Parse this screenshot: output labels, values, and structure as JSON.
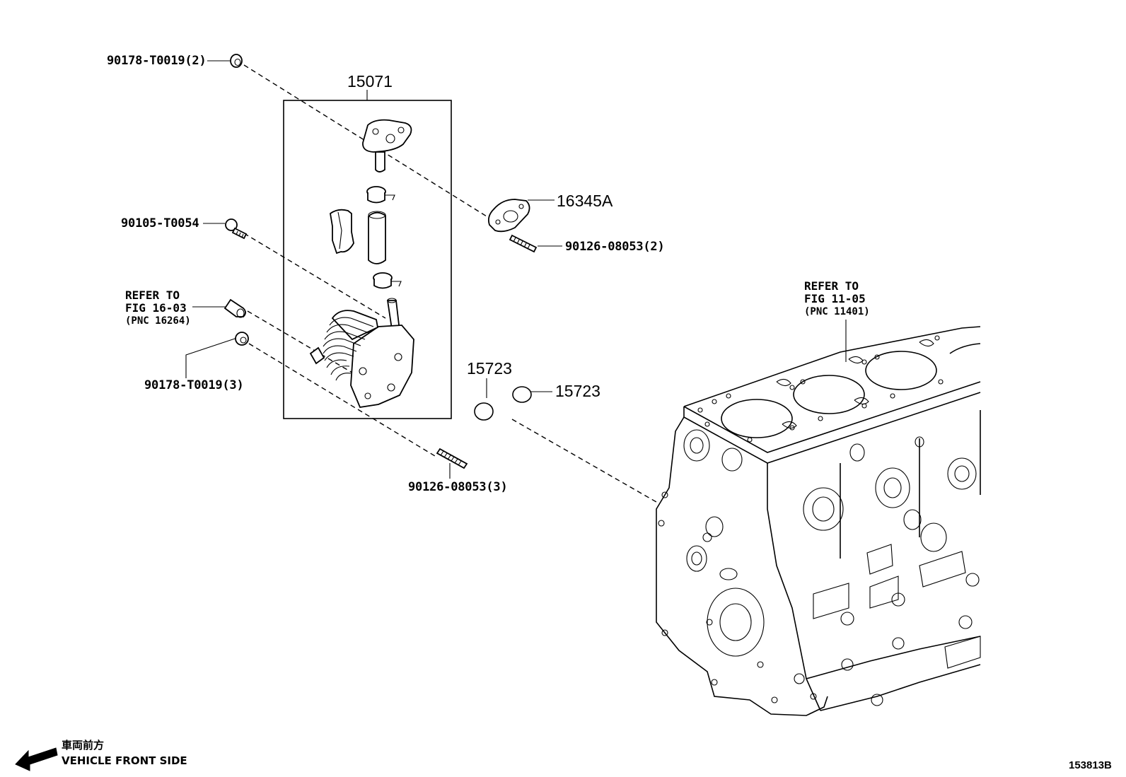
{
  "labels": {
    "pnc_15071": "15071",
    "pnc_16345a": "16345A",
    "pnc_15723_a": "15723",
    "pnc_15723_b": "15723",
    "bolt_top": "90178-T0019(2)",
    "bolt_side": "90105-T0054",
    "stud_top": "90126-08053(2)",
    "nut_lower": "90178-T0019(3)",
    "stud_lower": "90126-08053(3)"
  },
  "refer_left": {
    "line1": "REFER TO",
    "line2": "FIG 16-03",
    "line3": "(PNC 16264)"
  },
  "refer_right": {
    "line1": "REFER TO",
    "line2": "FIG 11-05",
    "line3": "(PNC 11401)"
  },
  "front_indicator": {
    "japanese": "車両前方",
    "english": "VEHICLE FRONT SIDE"
  },
  "figure_number": "153813B"
}
